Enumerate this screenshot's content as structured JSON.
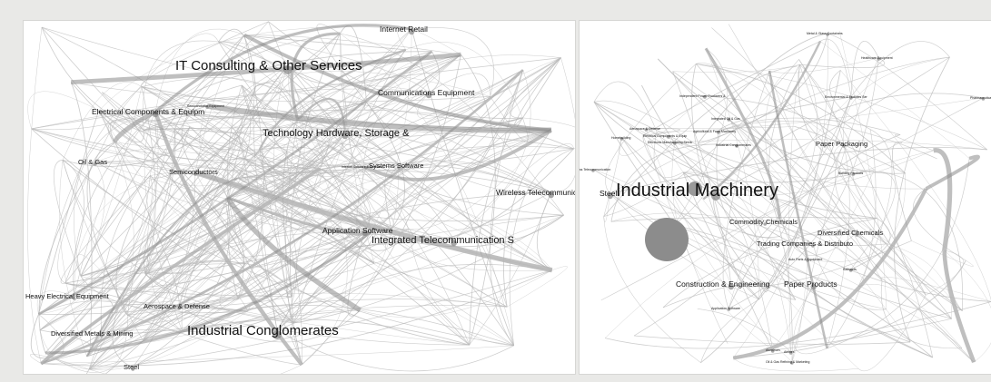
{
  "left_graph": {
    "nodes": [
      {
        "label": "Internet Retail",
        "size": "m"
      },
      {
        "label": "IT Consulting & Other Services",
        "size": "xl"
      },
      {
        "label": "Communications Equipment",
        "size": "m"
      },
      {
        "label": "Electrical Components & Equipm",
        "size": "m"
      },
      {
        "label": "Technology Hardware, Storage &",
        "size": "l"
      },
      {
        "label": "Semiconductors",
        "size": "s"
      },
      {
        "label": "Wireless Telecommunication",
        "size": "m"
      },
      {
        "label": "Application Software",
        "size": "m"
      },
      {
        "label": "Integrated Telecommunication S",
        "size": "l"
      },
      {
        "label": "Heavy Electrical Equipment",
        "size": "s"
      },
      {
        "label": "Aerospace & Defense",
        "size": "s"
      },
      {
        "label": "Diversified Metals & Mining",
        "size": "s"
      },
      {
        "label": "Industrial Conglomerates",
        "size": "xl"
      },
      {
        "label": "Steel",
        "size": "s"
      },
      {
        "label": "Semiconductor Equipment",
        "size": "xs"
      },
      {
        "label": "Systems Software",
        "size": "s"
      },
      {
        "label": "Internet Software & Services",
        "size": "xs"
      },
      {
        "label": "Oil & Gas",
        "size": "s"
      }
    ]
  },
  "right_graph": {
    "nodes": [
      {
        "label": "Industrial Machinery",
        "size": "xxl"
      },
      {
        "label": "Steel",
        "size": "m"
      },
      {
        "label": "Wireless Telecommunication",
        "size": "xs"
      },
      {
        "label": "Paper Packaging",
        "size": "s"
      },
      {
        "label": "Commodity Chemicals",
        "size": "s"
      },
      {
        "label": "Diversified Chemicals",
        "size": "s"
      },
      {
        "label": "Trading Companies & Distributo",
        "size": "s"
      },
      {
        "label": "Construction & Engineering",
        "size": "m"
      },
      {
        "label": "Paper Products",
        "size": "m"
      },
      {
        "label": "Oil & Gas Refining & Marketing",
        "size": "xs"
      },
      {
        "label": "Aerospace & Defense",
        "size": "xs"
      },
      {
        "label": "Electronic Manufacturing Servic",
        "size": "xs"
      },
      {
        "label": "Industrial Conglomerates",
        "size": "xs"
      },
      {
        "label": "Environmental & Facilities Ser",
        "size": "xs"
      },
      {
        "label": "Independent Power Producers &",
        "size": "xs"
      },
      {
        "label": "Integrated Oil & Gas",
        "size": "xs"
      },
      {
        "label": "Agricultural & Farm Machinery",
        "size": "xs"
      },
      {
        "label": "Electrical Components & Equip",
        "size": "xs"
      },
      {
        "label": "Metal & Glass Containers",
        "size": "xs"
      },
      {
        "label": "Healthcare Equipment",
        "size": "xs"
      },
      {
        "label": "Application Software",
        "size": "xs"
      },
      {
        "label": "Auto Parts & Equipment",
        "size": "xs"
      },
      {
        "label": "Pharmaceuticals",
        "size": "xs"
      },
      {
        "label": "Homebuilding",
        "size": "xs"
      },
      {
        "label": "Building Products",
        "size": "xs"
      },
      {
        "label": "Railroads",
        "size": "xs"
      },
      {
        "label": "Airlines",
        "size": "xs"
      },
      {
        "label": "Aluminum",
        "size": "xs"
      }
    ]
  },
  "colors": {
    "background": "#e9e9e7",
    "panel": "#ffffff",
    "edge": "#b8b8b8",
    "edge_heavy": "#8a8a8a",
    "node": "#8c8c8c"
  }
}
